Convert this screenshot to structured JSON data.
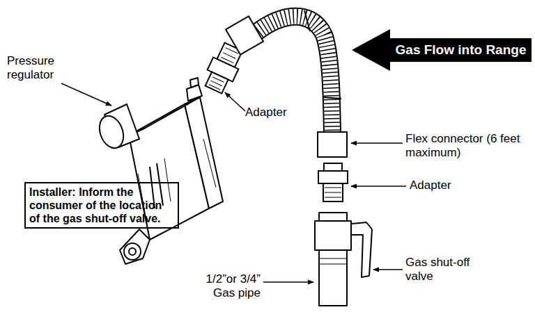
{
  "diagram": {
    "nodes": [
      {
        "text": [
          "Gas Flow into Range"
        ]
      },
      {
        "text": [
          "Installer: Inform the consumer of the location of the gas shut-off valve."
        ]
      }
    ],
    "labels": [
      "Pressure regulator",
      "Adapter",
      "Flex connector (6 feet maximum)",
      "Adapter",
      "1/2”or 3/4” Gas pipe",
      "Gas shut-off valve"
    ]
  }
}
